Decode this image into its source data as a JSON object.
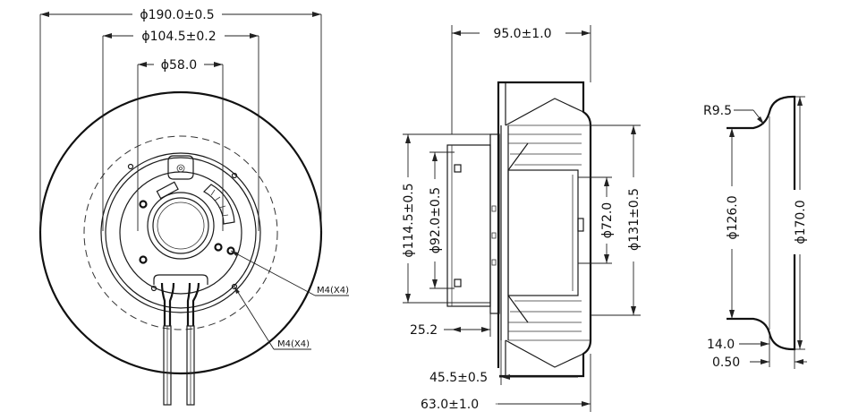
{
  "front_view": {
    "dim_outer_diameter": "ϕ190.0±0.5",
    "dim_inner_diameter": "ϕ104.5±0.2",
    "dim_hub_diameter": "ϕ58.0",
    "callout_upper": "M4(X4)",
    "callout_lower": "M4(X4)"
  },
  "side_view": {
    "dim_height": "95.0±1.0",
    "dim_flange_outer": "ϕ114.5±0.5",
    "dim_flange_inner": "ϕ92.0±0.5",
    "dim_hub": "ϕ72.0",
    "dim_body": "ϕ131±0.5",
    "dim_offset": "25.2",
    "dim_depth_inner": "45.5±0.5",
    "dim_depth_outer": "63.0±1.0"
  },
  "inlet_ring": {
    "dim_radius": "R9.5",
    "dim_inner": "ϕ126.0",
    "dim_outer": "ϕ170.0",
    "dim_lip": "14.0",
    "dim_thickness": "0.50"
  }
}
